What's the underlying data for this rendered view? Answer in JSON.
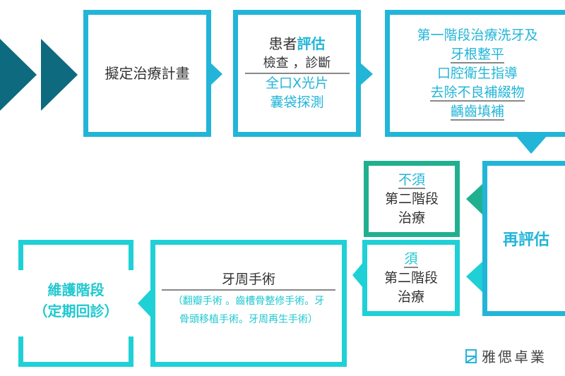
{
  "box_plan": {
    "label": "擬定治療計畫"
  },
  "box_assess": {
    "line1_prefix": "患者",
    "line1_emph": "評估",
    "line2": "檢查 ，診斷",
    "line3": "全口X光片",
    "line4": "囊袋探測"
  },
  "box_phase1": {
    "lines": [
      "第一階段治療洗牙及",
      "牙根整平",
      "口腔衛生指導",
      "去除不良補綴物",
      "齲齒填補"
    ]
  },
  "box_reassess": {
    "label": "再評估"
  },
  "box_no_phase2": {
    "emph": "不須",
    "line2": "第二階段",
    "line3": "治療"
  },
  "box_phase2": {
    "emph": "須",
    "line2": "第二階段",
    "line3": "治療"
  },
  "box_surgery": {
    "title": "牙周手術",
    "line1": "（翻瓣手術 。齒槽骨整修手術。牙",
    "line2": "骨頭移植手術。牙周再生手術）"
  },
  "box_maintenance": {
    "line1": "維護階段",
    "line2": "（定期回診）"
  },
  "logo": {
    "text": "雅偲卓業"
  },
  "colors": {
    "blue": "#22b5d8",
    "green": "#21b08f",
    "teal": "#1fd0d6",
    "dark": "#0e6a7e"
  }
}
